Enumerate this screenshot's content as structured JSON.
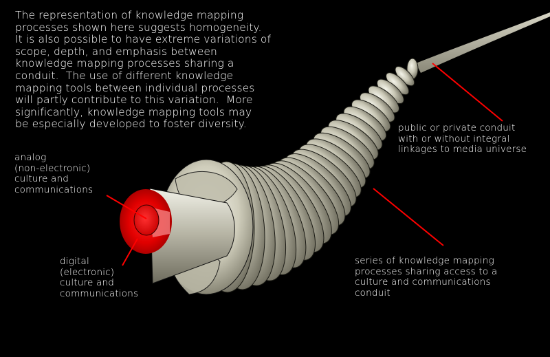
{
  "diagram": {
    "intro_paragraph": "The representation of knowledge mapping\nprocesses shown here suggests homogeneity.\nIt is also possible to have extreme variations of\nscope, depth, and emphasis between\nknowledge mapping processes sharing a\nconduit.  The use of different knowledge\nmapping tools between individual processes\nwill partly contribute to this variation.  More\nsignificantly, knowledge mapping tools may\nbe especially developed to foster diversity.",
    "labels": {
      "analog": "analog\n(non-electronic)\nculture and\ncommunications",
      "digital": "digital\n(electronic)\nculture and\ncommunications",
      "conduit": "public or private conduit\nwith or without integral\nlinkages to media universe",
      "series": "series of knowledge mapping\nprocesses sharing access to a\nculture and communications\nconduit"
    },
    "colors": {
      "background": "#000000",
      "leader_line": "#ff0000",
      "segment_light": "#e8e8dc",
      "segment_dark": "#6e6c5c",
      "core_red": "#e00000"
    }
  }
}
